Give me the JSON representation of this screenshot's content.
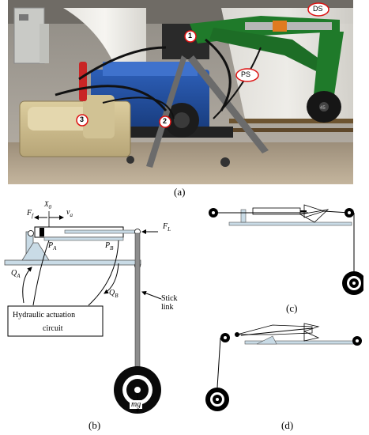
{
  "photo": {
    "callouts": {
      "one": "1",
      "two": "2",
      "three": "3",
      "ps": "PS",
      "ds": "DS"
    }
  },
  "captions": {
    "a": "(a)",
    "b": "(b)",
    "c": "(c)",
    "d": "(d)"
  },
  "schematic_b": {
    "x0": "X",
    "x0_sub": "0",
    "ff": "F",
    "ff_sub": "f",
    "va": "v",
    "va_sub": "a",
    "fl": "F",
    "fl_sub": "L",
    "pa": "P",
    "pa_sub": "A",
    "pb": "P",
    "pb_sub": "B",
    "qa": "Q",
    "qa_sub": "A",
    "qb": "Q",
    "qb_sub": "B",
    "stick_link": "Stick link",
    "circuit_line1": "Hydraulic actuation",
    "circuit_line2": "circuit",
    "mg": "mg"
  }
}
